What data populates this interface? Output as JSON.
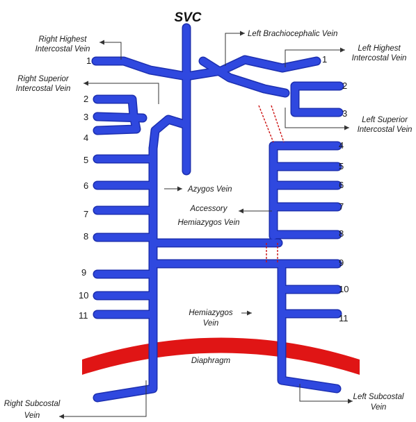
{
  "title": "SVC",
  "colors": {
    "vein": "#2f48df",
    "vein_dark": "#1c2fb0",
    "diaphragm": "#e01515",
    "dashed": "#cc1111",
    "text": "#1a1a1a"
  },
  "labels": {
    "right_highest": [
      "Right Highest",
      "Intercostal Vein"
    ],
    "right_superior": [
      "Right Superior",
      "Intercostal Vein"
    ],
    "left_brachio": "Left Brachiocephalic Vein",
    "left_highest": [
      "Left Highest",
      "Intercostal Vein"
    ],
    "left_superior": [
      "Left Superior",
      "Intercostal Vein"
    ],
    "azygos": "Azygos Vein",
    "accessory": [
      "Accessory",
      "Hemiazygos Vein"
    ],
    "hemiazygos": [
      "Hemiazygos",
      "Vein"
    ],
    "diaphragm": "Diaphragm",
    "right_subcostal": [
      "Right Subcostal",
      "Vein"
    ],
    "left_subcostal": [
      "Left Subcostal",
      "Vein"
    ]
  },
  "right_numbers": [
    "1",
    "2",
    "3",
    "4",
    "5",
    "6",
    "7",
    "8",
    "9",
    "10",
    "11"
  ],
  "left_numbers": [
    "1",
    "2",
    "3",
    "4",
    "5",
    "6",
    "7",
    "8",
    "9",
    "10",
    "11"
  ]
}
